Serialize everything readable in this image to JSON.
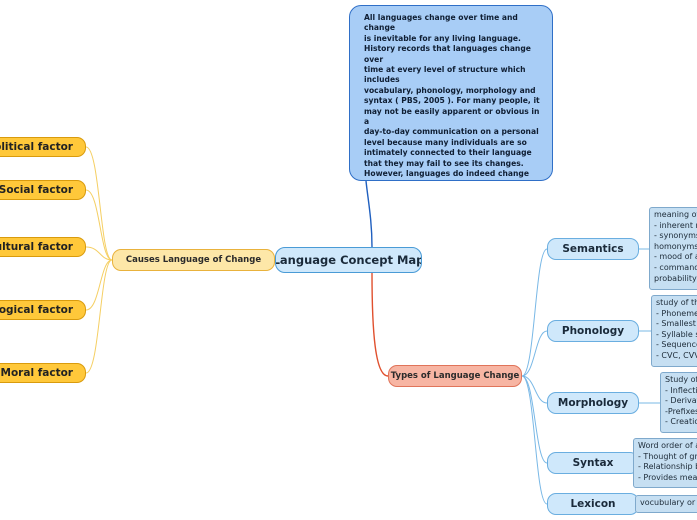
{
  "central": {
    "label": "Language Concept Map"
  },
  "note": {
    "text": "All languages change over time and change\nis inevitable for any living language.\nHistory records that languages change over\ntime at every level of structure which\nincludes\nvocabulary, phonology, morphology and\nsyntax ( PBS, 2005 ). For many people, it\nmay not be easily apparent or obvious in a\nday-to-day communication on a personal\nlevel because many individuals are so\nintimately connected to their language\nthat they may fail to see its changes.\nHowever, languages do indeed change and\nsome languages flourish, some expand and\nsome languages even die."
  },
  "causes": {
    "label": "Causes Language of Change",
    "factors": [
      {
        "label": "Political factor"
      },
      {
        "label": "Social factor"
      },
      {
        "label": "Cultural factor"
      },
      {
        "label": "ological factor"
      },
      {
        "label": "Moral factor"
      }
    ]
  },
  "types": {
    "label": "Types of Language Change",
    "items": [
      {
        "label": "Semantics",
        "lines": [
          "meaning of",
          "- inherent m",
          "- synonyms",
          "homonyms",
          "- mood of a",
          "- command",
          "probability"
        ]
      },
      {
        "label": "Phonology",
        "lines": [
          "study of th",
          "- Phoneme",
          "- Smallest u",
          "- Syllable st",
          "- Sequence",
          "- CVC, CVVC"
        ]
      },
      {
        "label": "Morphology",
        "lines": [
          "Study of",
          "- Inflectio",
          "- Derivati",
          "-Prefixes",
          "- Creation"
        ]
      },
      {
        "label": "Syntax",
        "lines": [
          "Word order of a",
          "- Thought of gra",
          "- Relationship be",
          "- Provides mean"
        ]
      },
      {
        "label": "Lexicon",
        "lines": [
          "vocubulary or"
        ]
      }
    ]
  },
  "colors": {
    "central": "#cfe8fb",
    "note": "#a8cdf6",
    "causes": "#fde7a8",
    "factor": "#ffc83a",
    "types": "#f7b5a3",
    "type": "#cfe8fb",
    "desc": "#c6dff2"
  }
}
